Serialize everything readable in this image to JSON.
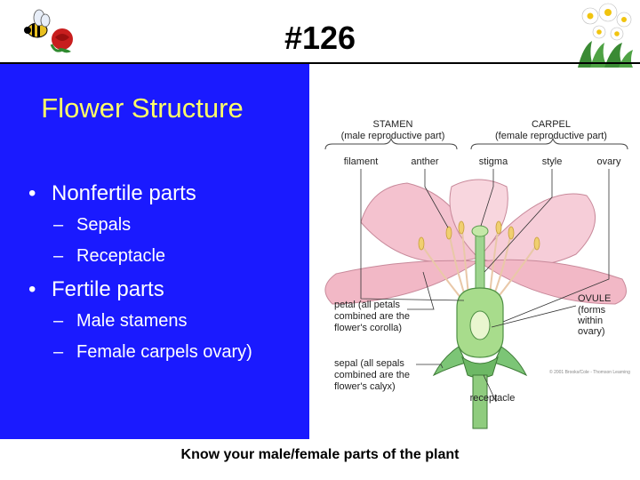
{
  "slide_number": "#126",
  "panel": {
    "title": "Flower Structure",
    "items": [
      {
        "text": "Nonfertile parts",
        "subitems": [
          "Sepals",
          "Receptacle"
        ]
      },
      {
        "text": "Fertile parts",
        "subitems": [
          "Male stamens",
          "Female carpels ovary)"
        ]
      }
    ],
    "bullet": "•",
    "dash": "–"
  },
  "diagram": {
    "stamen": "STAMEN",
    "stamen_sub": "(male reproductive part)",
    "carpel": "CARPEL",
    "carpel_sub": "(female reproductive part)",
    "filament": "filament",
    "anther": "anther",
    "stigma": "stigma",
    "style": "style",
    "ovary": "ovary",
    "petal_1": "petal (all petals",
    "petal_2": "combined are the",
    "petal_3": "flower's corolla)",
    "ovule_1": "OVULE",
    "ovule_2": "(forms",
    "ovule_3": "within",
    "ovule_4": "ovary)",
    "sepal_1": "sepal (all sepals",
    "sepal_2": "combined are the",
    "sepal_3": "flower's calyx)",
    "receptacle": "receptacle",
    "copyright": "© 2001 Brooks/Cole - Thomson Learning"
  },
  "caption": "Know your male/female parts of the plant",
  "colors": {
    "panel_blue": "#1a1aff",
    "title_yellow": "#ffff66",
    "petal_pink": "#f4c2cf",
    "stem_green": "#7cc576"
  },
  "icons": [
    "bee-rose-clipart",
    "daisies-clipart"
  ]
}
